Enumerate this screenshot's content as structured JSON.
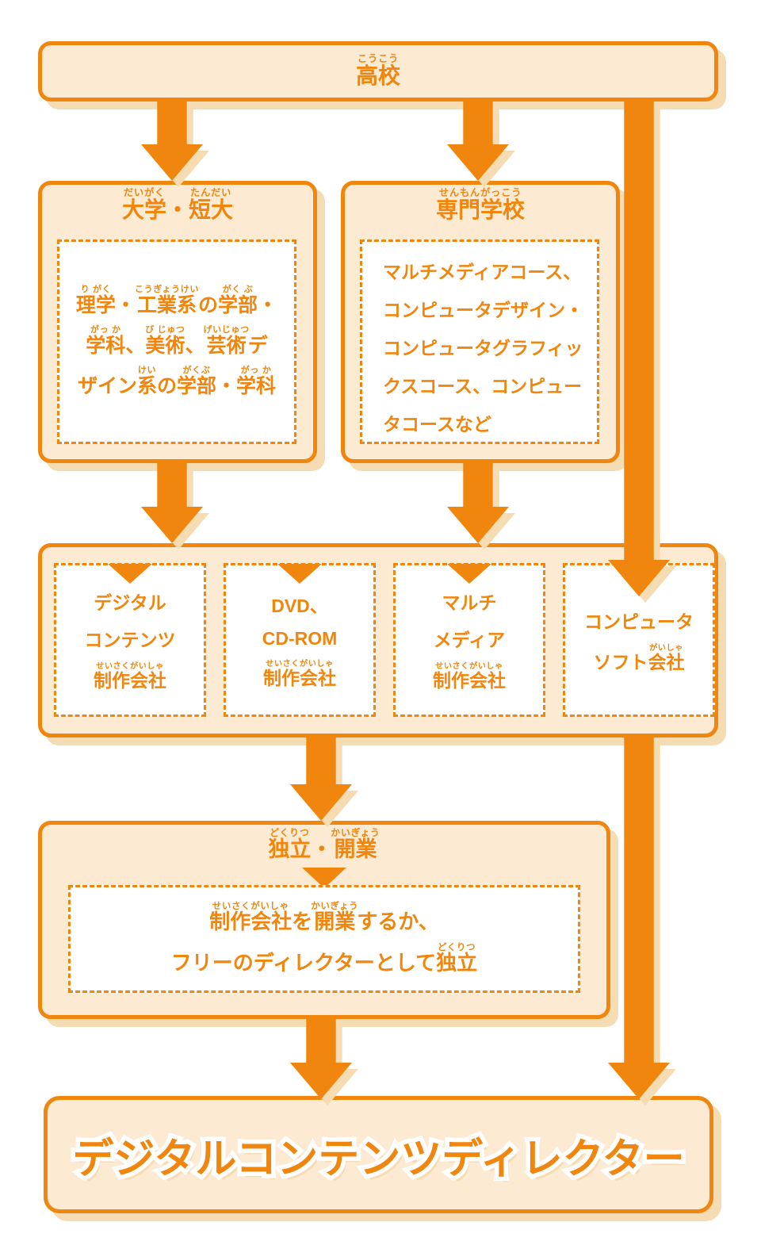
{
  "colors": {
    "accent": "#F0860D",
    "cream": "#FCEAD3",
    "shadow": "#F6DCB2",
    "inner": "#FFFFFF"
  },
  "nodes": {
    "highschool": {
      "title": [
        {
          "t": "高校",
          "r": "こうこう"
        }
      ]
    },
    "university": {
      "title": [
        {
          "t": "大学",
          "r": "だいがく"
        },
        {
          "t": "・"
        },
        {
          "t": "短大",
          "r": "たんだい"
        }
      ],
      "body": [
        [
          {
            "t": "理学",
            "r": "り がく"
          },
          {
            "t": "・"
          },
          {
            "t": "工業系",
            "r": "こうぎょうけい"
          },
          {
            "t": "の"
          },
          {
            "t": "学部",
            "r": "がく ぶ"
          },
          {
            "t": "・"
          }
        ],
        [
          {
            "t": "学科",
            "r": "がっ か"
          },
          {
            "t": "、"
          },
          {
            "t": "美術",
            "r": "び じゅつ"
          },
          {
            "t": "、"
          },
          {
            "t": "芸術",
            "r": "げいじゅつ"
          },
          {
            "t": "デ"
          }
        ],
        [
          {
            "t": "ザイン"
          },
          {
            "t": "系",
            "r": "けい"
          },
          {
            "t": "の"
          },
          {
            "t": "学部",
            "r": "がくぶ"
          },
          {
            "t": "・"
          },
          {
            "t": "学科",
            "r": "がっ か"
          }
        ]
      ]
    },
    "vocational": {
      "title": [
        {
          "t": "専門学校",
          "r": "せんもんがっこう"
        }
      ],
      "body": [
        "マルチメディアコース、",
        "コンピュータデザイン・",
        "コンピュータグラフィッ",
        "クスコース、コンピュー",
        "タコースなど"
      ]
    },
    "companies": [
      {
        "lines": [
          [
            {
              "t": "デジタル"
            }
          ],
          [
            {
              "t": "コンテンツ"
            }
          ],
          [
            {
              "t": "制作会社",
              "r": "せいさくがいしゃ"
            }
          ]
        ]
      },
      {
        "lines": [
          [
            {
              "t": "DVD、"
            }
          ],
          [
            {
              "t": "CD-ROM"
            }
          ],
          [
            {
              "t": "制作会社",
              "r": "せいさくがいしゃ"
            }
          ]
        ]
      },
      {
        "lines": [
          [
            {
              "t": "マルチ"
            }
          ],
          [
            {
              "t": "メディア"
            }
          ],
          [
            {
              "t": "制作会社",
              "r": "せいさくがいしゃ"
            }
          ]
        ]
      },
      {
        "lines": [
          [
            {
              "t": "コンピュータ"
            }
          ],
          [
            {
              "t": "ソフト"
            },
            {
              "t": "会社",
              "r": "がいしゃ"
            }
          ]
        ]
      }
    ],
    "independence": {
      "title": [
        {
          "t": "独立",
          "r": "どくりつ"
        },
        {
          "t": "・"
        },
        {
          "t": "開業",
          "r": "かいぎょう"
        }
      ],
      "body": [
        [
          {
            "t": "制作会社",
            "r": "せいさくがいしゃ"
          },
          {
            "t": "を"
          },
          {
            "t": "開業",
            "r": "かいぎょう"
          },
          {
            "t": "するか、"
          }
        ],
        [
          {
            "t": "フリーのディレクターとして"
          },
          {
            "t": "独立",
            "r": "どくりつ"
          }
        ]
      ]
    },
    "goal": {
      "title": "デジタルコンテンツディレクター"
    }
  }
}
